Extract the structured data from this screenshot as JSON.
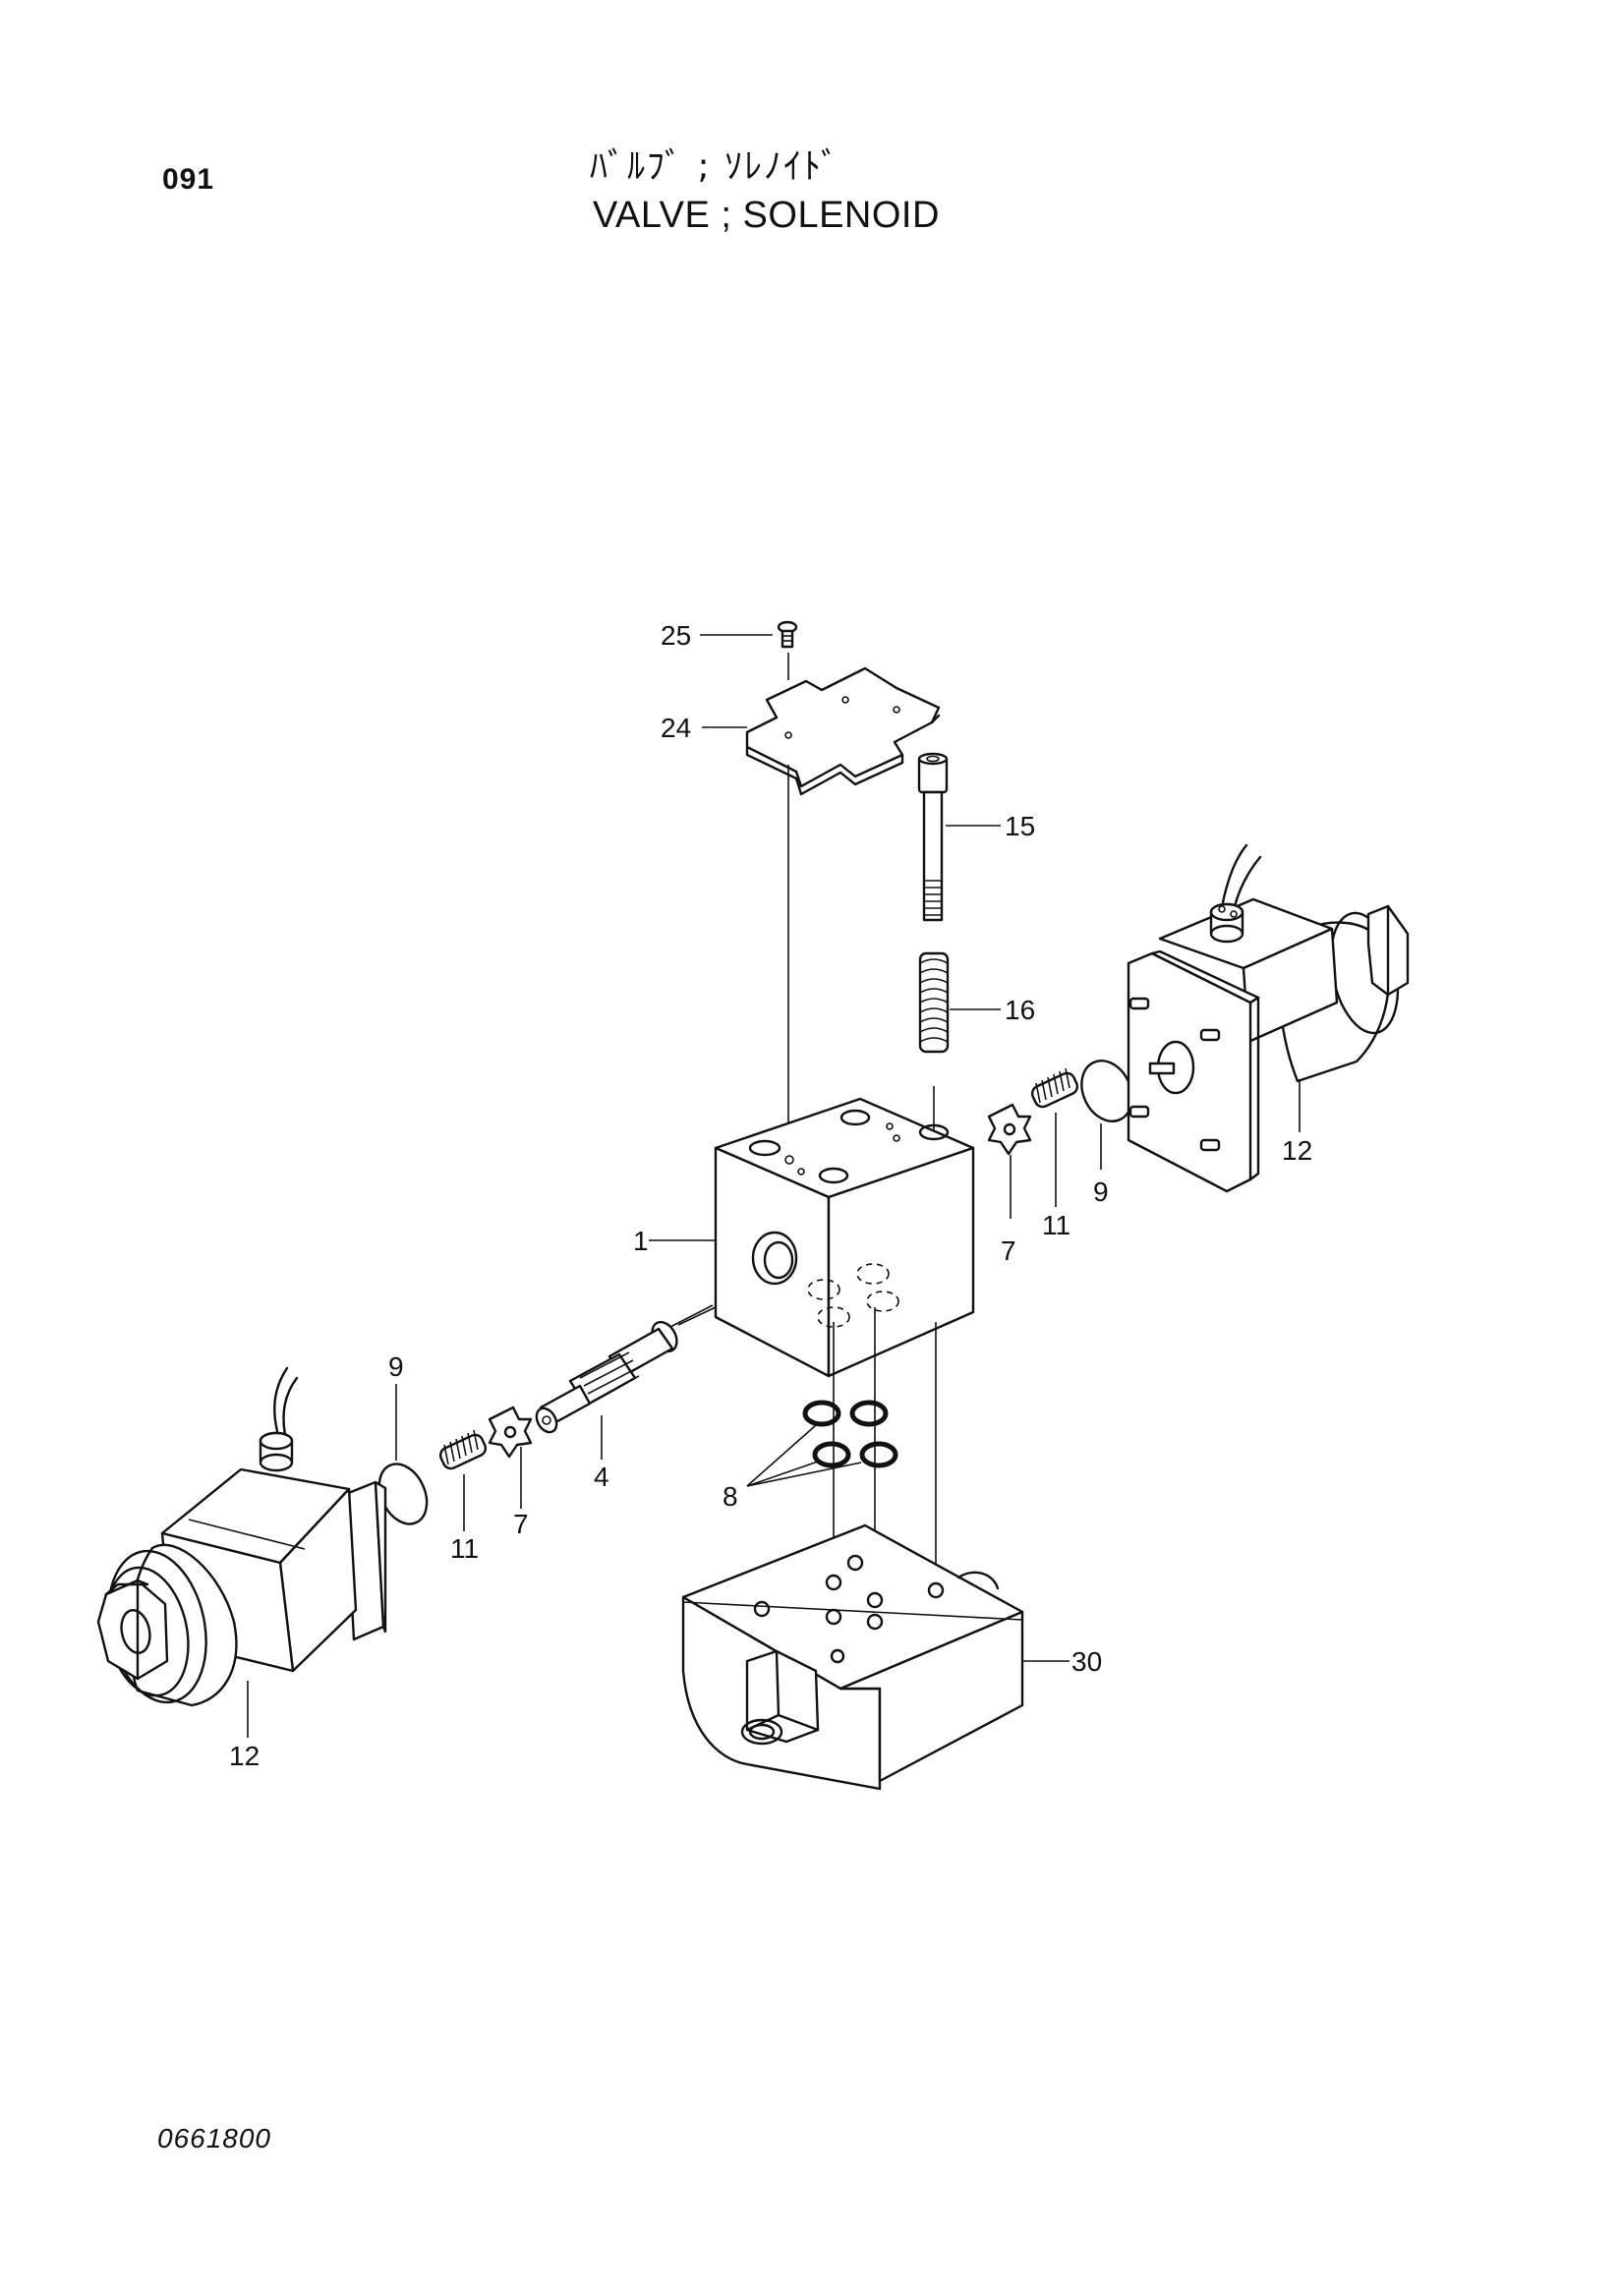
{
  "header": {
    "page_number": "091",
    "title_jp": "ﾊﾞﾙﾌﾞ ; ｿﾚﾉｲﾄﾞ",
    "title_en": "VALVE ; SOLENOID"
  },
  "footer": {
    "drawing_code": "0661800"
  },
  "callouts": {
    "c25": "25",
    "c24": "24",
    "c15": "15",
    "c16": "16",
    "c1": "1",
    "c7_right": "7",
    "c11_right": "11",
    "c9_right": "9",
    "c12_right": "12",
    "c9_left": "9",
    "c11_left": "11",
    "c7_left": "7",
    "c4": "4",
    "c8": "8",
    "c30": "30",
    "c12_left": "12"
  }
}
